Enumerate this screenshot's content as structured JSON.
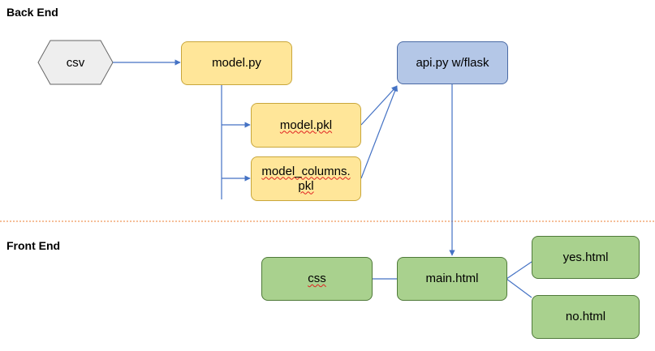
{
  "sections": {
    "back_end": "Back End",
    "front_end": "Front End"
  },
  "nodes": {
    "csv": "csv",
    "model_py": "model.py",
    "model_pkl": "model.pkl",
    "model_columns_line1": "model_columns.",
    "model_columns_line2": "pkl",
    "api_py": "api.py w/flask",
    "css": "css",
    "main_html": "main.html",
    "yes_html": "yes.html",
    "no_html": "no.html"
  },
  "colors": {
    "backend_node": "#ffe699",
    "api_node": "#b4c7e7",
    "frontend_node": "#a9d18e",
    "source_node": "#eeeeee",
    "connector": "#4472c4",
    "divider": "#ed7d31"
  }
}
